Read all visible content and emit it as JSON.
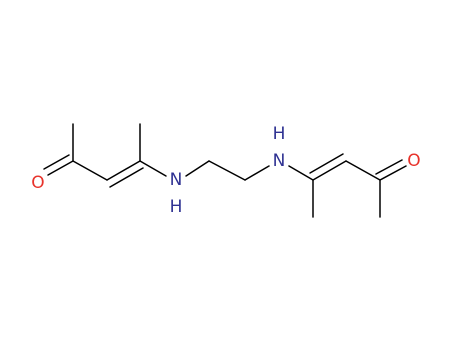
{
  "molecule": {
    "atoms": [
      {
        "id": "o_left",
        "symbol": "O",
        "color": "#e8332b"
      },
      {
        "id": "n_left",
        "symbol": "N",
        "color": "#2e3192"
      },
      {
        "id": "h_left",
        "symbol": "H",
        "color": "#2e3192"
      },
      {
        "id": "n_right",
        "symbol": "N",
        "color": "#2e3192"
      },
      {
        "id": "h_right",
        "symbol": "H",
        "color": "#2e3192"
      },
      {
        "id": "o_right",
        "symbol": "O",
        "color": "#e8332b"
      }
    ],
    "bond_color": "#000000",
    "background": "#ffffff"
  }
}
